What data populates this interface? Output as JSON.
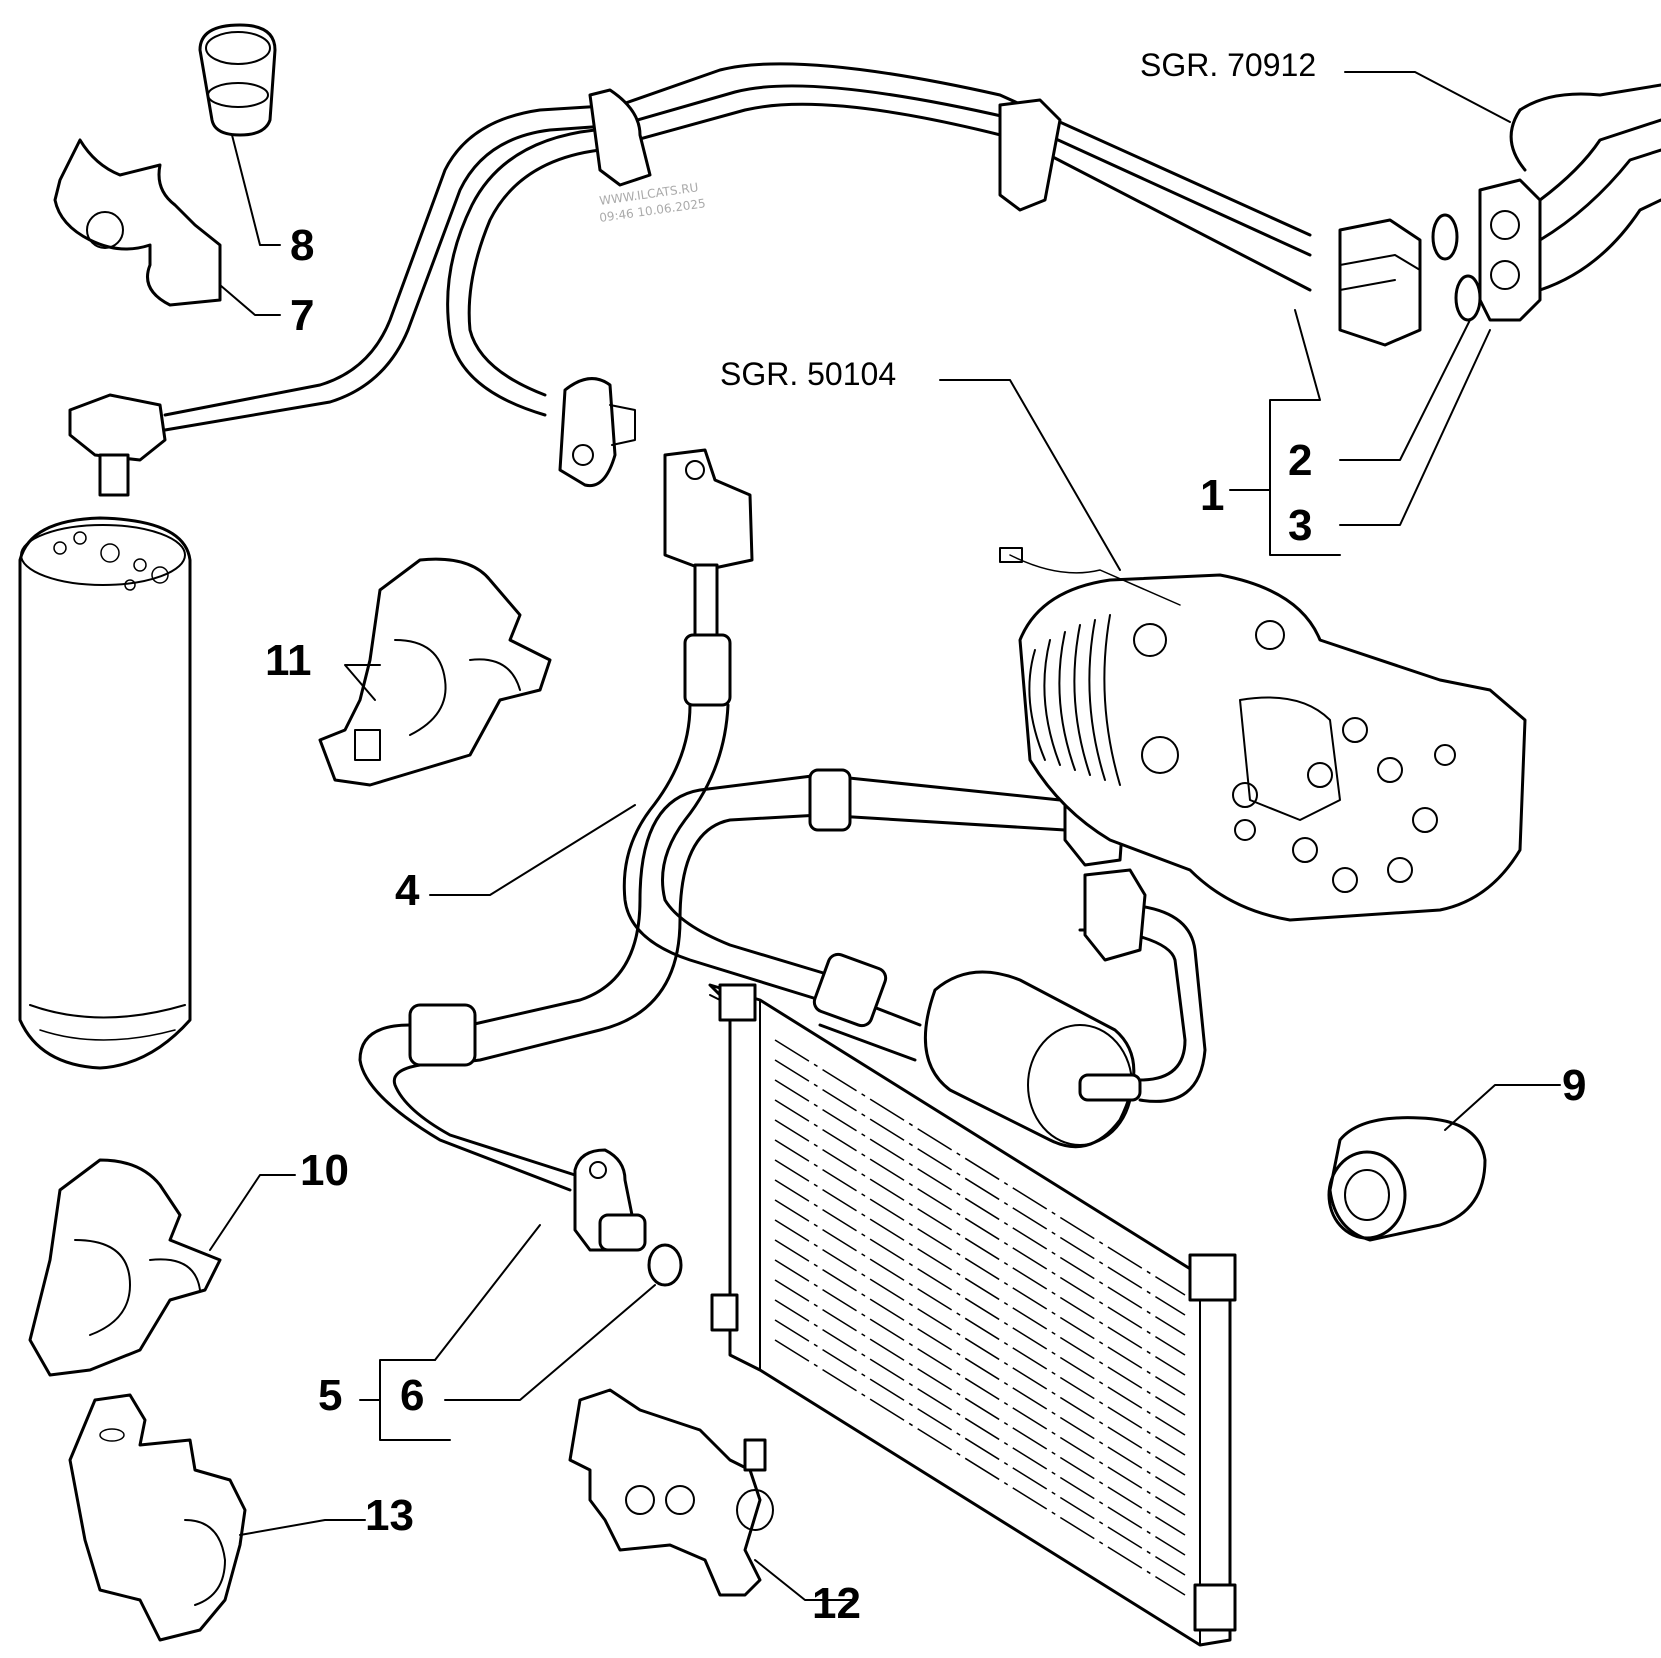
{
  "callouts": {
    "c1": "1",
    "c2": "2",
    "c3": "3",
    "c4": "4",
    "c5": "5",
    "c6": "6",
    "c7": "7",
    "c8": "8",
    "c9": "9",
    "c10": "10",
    "c11": "11",
    "c12": "12",
    "c13": "13"
  },
  "references": {
    "sgr1": "SGR. 70912",
    "sgr2": "SGR. 50104"
  },
  "watermark": {
    "line1": "WWW.ILCATS.RU",
    "line2": "09:46 10.06.2025"
  },
  "colors": {
    "ink": "#000000",
    "paper": "#ffffff"
  }
}
